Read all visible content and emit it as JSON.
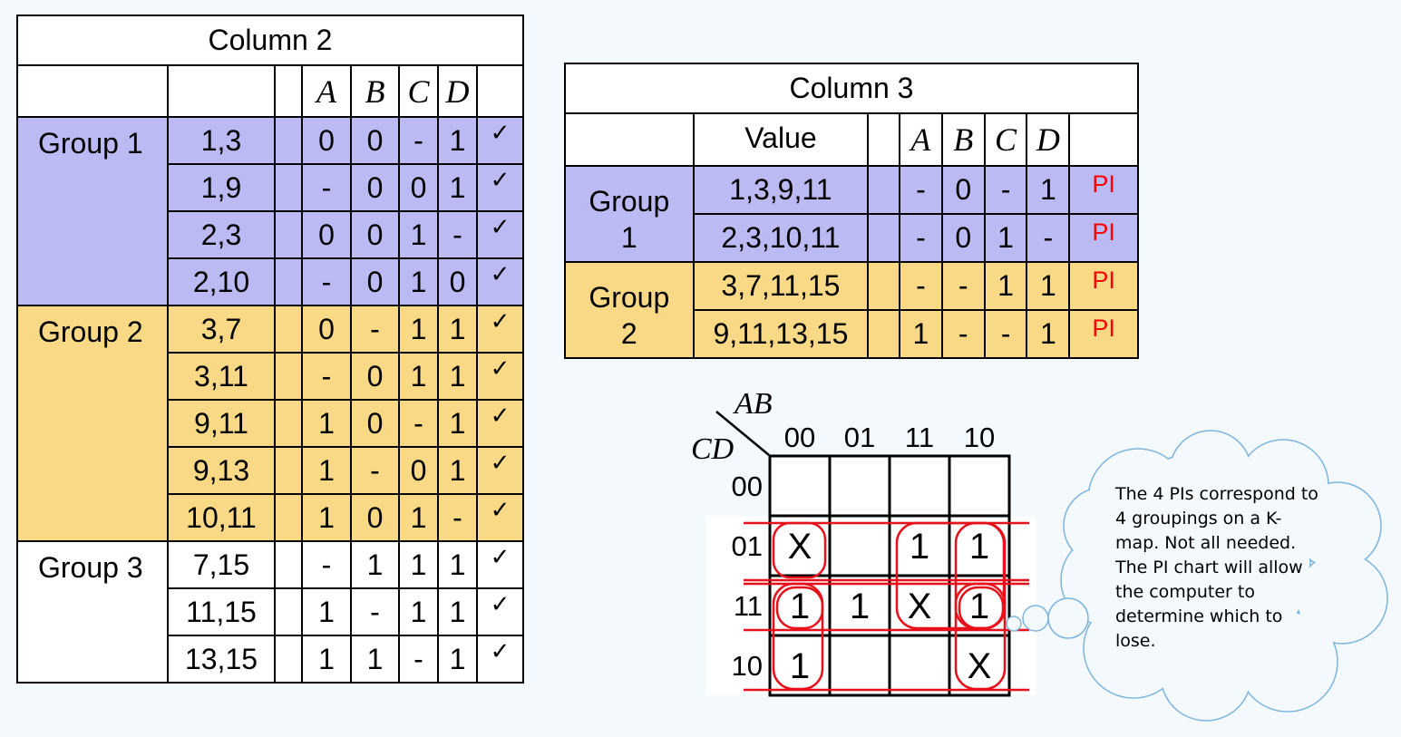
{
  "column2": {
    "title": "Column 2",
    "headers": [
      "A",
      "B",
      "C",
      "D"
    ],
    "check_mark": "✓",
    "groups": [
      {
        "label": "Group 1",
        "rows": [
          {
            "value": "1,3",
            "bits": [
              "0",
              "0",
              "-",
              "1"
            ]
          },
          {
            "value": "1,9",
            "bits": [
              "-",
              "0",
              "0",
              "1"
            ]
          },
          {
            "value": "2,3",
            "bits": [
              "0",
              "0",
              "1",
              "-"
            ]
          },
          {
            "value": "2,10",
            "bits": [
              "-",
              "0",
              "1",
              "0"
            ]
          }
        ]
      },
      {
        "label": "Group 2",
        "rows": [
          {
            "value": "3,7",
            "bits": [
              "0",
              "-",
              "1",
              "1"
            ]
          },
          {
            "value": "3,11",
            "bits": [
              "-",
              "0",
              "1",
              "1"
            ]
          },
          {
            "value": "9,11",
            "bits": [
              "1",
              "0",
              "-",
              "1"
            ]
          },
          {
            "value": "9,13",
            "bits": [
              "1",
              "-",
              "0",
              "1"
            ]
          },
          {
            "value": "10,11",
            "bits": [
              "1",
              "0",
              "1",
              "-"
            ]
          }
        ]
      },
      {
        "label": "Group 3",
        "rows": [
          {
            "value": "7,15",
            "bits": [
              "-",
              "1",
              "1",
              "1"
            ]
          },
          {
            "value": "11,15",
            "bits": [
              "1",
              "-",
              "1",
              "1"
            ]
          },
          {
            "value": "13,15",
            "bits": [
              "1",
              "1",
              "-",
              "1"
            ]
          }
        ]
      }
    ]
  },
  "column3": {
    "title": "Column 3",
    "value_header": "Value",
    "headers": [
      "A",
      "B",
      "C",
      "D"
    ],
    "pi_label": "PI",
    "groups": [
      {
        "label_line1": "Group",
        "label_line2": "1",
        "rows": [
          {
            "value": "1,3,9,11",
            "bits": [
              "-",
              "0",
              "-",
              "1"
            ]
          },
          {
            "value": "2,3,10,11",
            "bits": [
              "-",
              "0",
              "1",
              "-"
            ]
          }
        ]
      },
      {
        "label_line1": "Group",
        "label_line2": "2",
        "rows": [
          {
            "value": "3,7,11,15",
            "bits": [
              "-",
              "-",
              "1",
              "1"
            ]
          },
          {
            "value": "9,11,13,15",
            "bits": [
              "1",
              "-",
              "-",
              "1"
            ]
          }
        ]
      }
    ]
  },
  "kmap": {
    "col_var": "AB",
    "row_var": "CD",
    "col_labels": [
      "00",
      "01",
      "11",
      "10"
    ],
    "row_labels": [
      "00",
      "01",
      "11",
      "10"
    ],
    "cells": [
      [
        "",
        "",
        "",
        ""
      ],
      [
        "X",
        "",
        "1",
        "1"
      ],
      [
        "1",
        "1",
        "X",
        "1"
      ],
      [
        "1",
        "",
        "",
        "X"
      ]
    ],
    "group_color": "#e8101a"
  },
  "note": {
    "lines": [
      "The 4 PIs correspond to",
      "4 groupings on a K-",
      "map. Not all needed.",
      "The PI chart will allow",
      "the computer to",
      "determine which to",
      "lose."
    ],
    "cloud_color": "#7db4de"
  },
  "colors": {
    "group1": "#bbbaf2",
    "group2": "#f9d986",
    "pi": "#ff0000"
  }
}
